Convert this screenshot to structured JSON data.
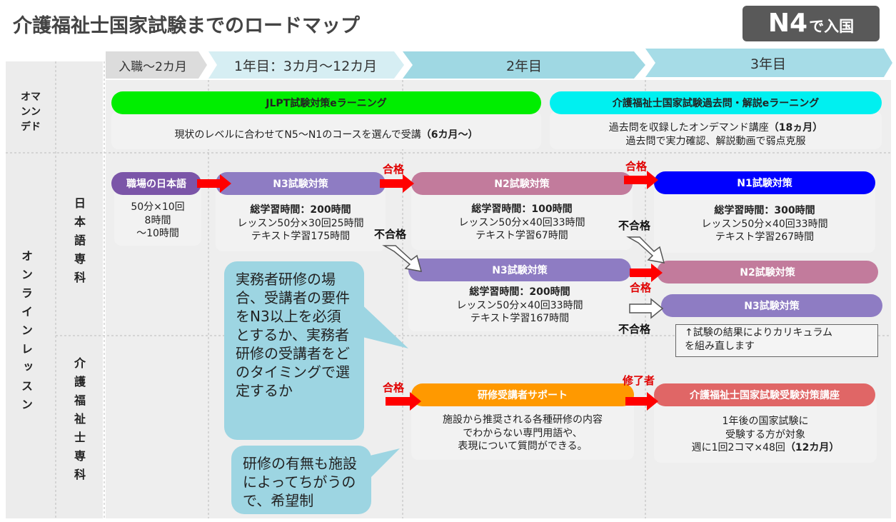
{
  "title": "介護福祉士国家試験までのロードマップ",
  "badge": {
    "main": "N4",
    "suffix": "で入国"
  },
  "timeline": [
    "入職〜2カ月",
    "1年目：3カ月〜12カ月",
    "2年目",
    "3年目"
  ],
  "row_labels": {
    "on_demand": [
      "オマ",
      "ンン",
      "デド"
    ],
    "online_lesson": "オンラインレッスン",
    "japanese": "日本語専科",
    "kaigo": "介護福祉士専科"
  },
  "on_demand": {
    "jlpt_title": "JLPT試験対策eラーニング",
    "jlpt_desc": [
      "現状のレベルに合わせてN5〜N1のコースを選んで受講",
      "（6カ月〜）"
    ],
    "kokushi_title": "介護福祉士国家試験過去問・解説eラーニング",
    "kokushi_desc": [
      "過去問を収録したオンデマンド講座",
      "（18ヵ月）",
      "過去問で実力確認、解説動画で弱点克服"
    ]
  },
  "japanese": {
    "workplace": {
      "title": "職場の日本語",
      "lines": [
        "50分×10回",
        "8時間",
        "〜10時間"
      ]
    },
    "n3": {
      "title": "N3試験対策",
      "total": "総学習時間：200時間",
      "lines": [
        "レッスン50分×30回25時間",
        "テキスト学習175時間"
      ]
    },
    "n2": {
      "title": "N2試験対策",
      "total": "総学習時間：100時間",
      "lines": [
        "レッスン50分×40回33時間",
        "テキスト学習67時間"
      ]
    },
    "n1": {
      "title": "N1試験対策",
      "total": "総学習時間：300時間",
      "lines": [
        "レッスン50分×40回33時間",
        "テキスト学習267時間"
      ]
    },
    "n3b": {
      "title": "N3試験対策",
      "total": "総学習時間：200時間",
      "lines": [
        "レッスン50分×40回33時間",
        "テキスト学習167時間"
      ]
    },
    "n2b": {
      "title": "N2試験対策"
    },
    "n3c": {
      "title": "N3試験対策"
    },
    "note": [
      "↑試験の結果によりカリキュラム",
      "を組み直します"
    ]
  },
  "labels": {
    "pass": "合格",
    "fail": "不合格",
    "complete": "修了者"
  },
  "kaigo": {
    "support": {
      "title": "研修受講者サポート",
      "lines": [
        "施設から推奨される各種研修の内容",
        "でわからない専門用語や、",
        "表現について質問ができる。"
      ]
    },
    "course": {
      "title": "介護福祉士国家試験受験対策講座",
      "lines": [
        "1年後の国家試験に",
        "受験する方が対象",
        "週に1回2コマ×48回"
      ],
      "period": "（12カ月）"
    }
  },
  "bubbles": {
    "b1": "実務者研修の場合、受講者の要件をN3以上を必須とするか、実務者研修の受講者をどのタイミングで選定するか",
    "b2": "研修の有無も施設によってちがうので、希望制"
  },
  "colors": {
    "green": "#00ee00",
    "cyan": "#00f0f0",
    "purple": "#8e7cc3",
    "rose": "#c27b9c",
    "blue": "#0000ff",
    "orange": "#ff9900",
    "coral": "#e06666",
    "arrow_red": "#ff0000",
    "bubble": "#9dd5e2"
  }
}
